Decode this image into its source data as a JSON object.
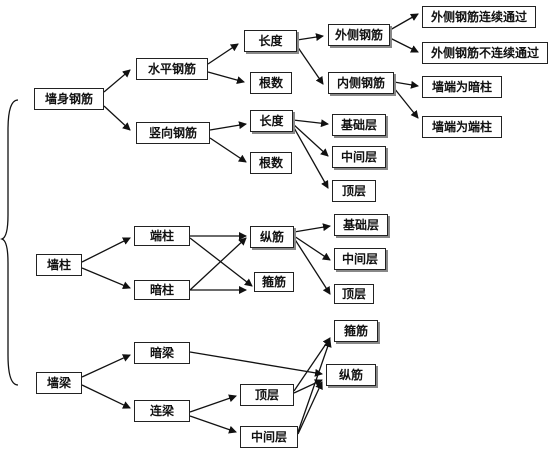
{
  "nodes": {
    "wall_rebar": "墙身钢筋",
    "horizontal_rebar": "水平钢筋",
    "vertical_rebar": "竖向钢筋",
    "length_h": "长度",
    "count_h": "根数",
    "outer_rebar": "外侧钢筋",
    "inner_rebar": "内侧钢筋",
    "outer_continuous": "外侧钢筋连续通过",
    "outer_noncontinuous": "外侧钢筋不连续通过",
    "end_hidden_column": "墙端为暗柱",
    "end_end_column": "墙端为端柱",
    "length_v": "长度",
    "count_v": "根数",
    "base_layer_v": "基础层",
    "middle_layer_v": "中间层",
    "top_layer_v": "顶层",
    "wall_column": "墙柱",
    "end_column": "端柱",
    "hidden_column": "暗柱",
    "longitudinal_col": "纵筋",
    "stirrup_col": "箍筋",
    "base_layer_c": "基础层",
    "middle_layer_c": "中间层",
    "top_layer_c": "顶层",
    "wall_beam": "墙梁",
    "hidden_beam": "暗梁",
    "coupling_beam": "连梁",
    "top_layer_b": "顶层",
    "middle_layer_b": "中间层",
    "stirrup_b": "箍筋",
    "longitudinal_b": "纵筋"
  }
}
